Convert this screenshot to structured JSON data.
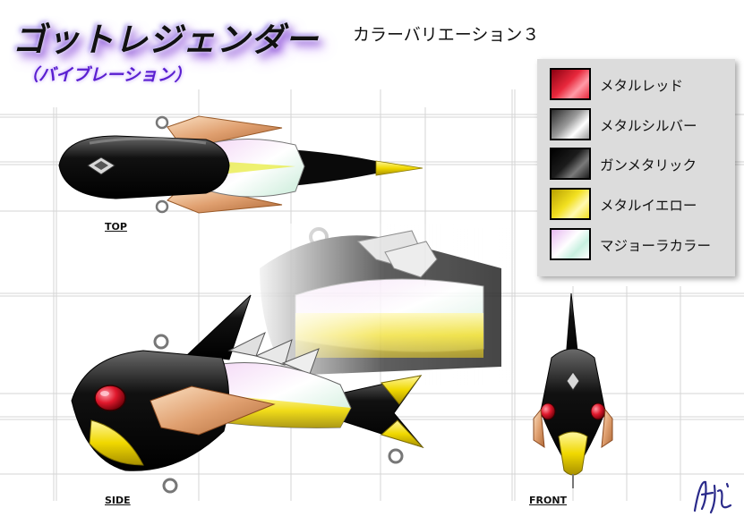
{
  "header": {
    "title": "ゴットレジェンダー",
    "subtitle": "（バイブレーション）",
    "variation": "カラーバリエーション３"
  },
  "legend": {
    "items": [
      {
        "label": "メタルレッド",
        "colors": [
          "#8a0010",
          "#e8283c",
          "#ff9aa6"
        ]
      },
      {
        "label": "メタルシルバー",
        "colors": [
          "#2a2a2a",
          "#9a9a9a",
          "#ffffff"
        ]
      },
      {
        "label": "ガンメタリック",
        "colors": [
          "#000000",
          "#1c1c1c",
          "#7a7a7a"
        ]
      },
      {
        "label": "メタルイエロー",
        "colors": [
          "#b8a000",
          "#f2e020",
          "#fff9b0"
        ]
      },
      {
        "label": "マジョーラカラー",
        "colors": [
          "#e6b8f0",
          "#ffffff",
          "#c8f0e0"
        ]
      }
    ]
  },
  "views": {
    "top": "TOP",
    "side": "SIDE",
    "front": "FRONT"
  }
}
